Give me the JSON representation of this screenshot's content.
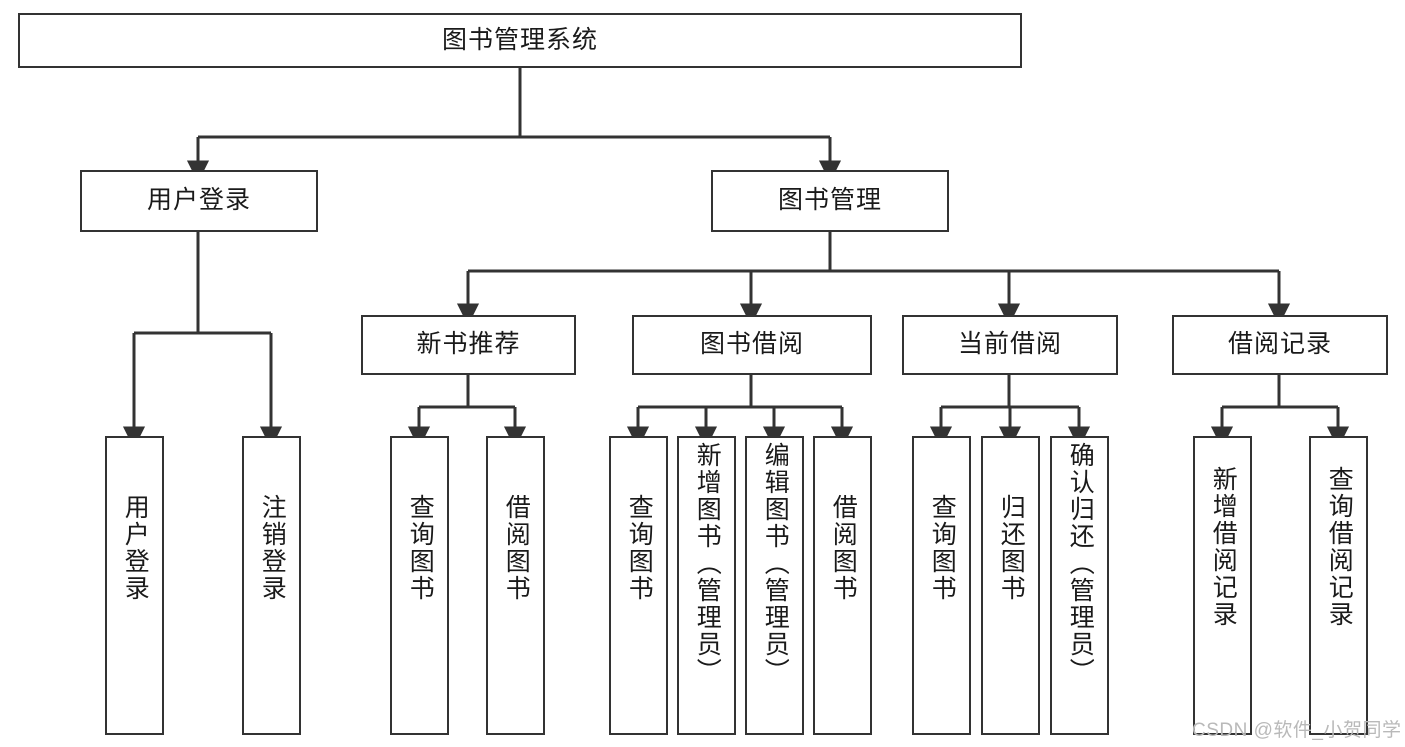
{
  "diagram": {
    "title": "图书管理系统",
    "type": "tree",
    "style": {
      "box_border_color": "#333333",
      "box_fill_color": "#ffffff",
      "line_color": "#333333",
      "text_color": "#1a1a1a",
      "background": "#ffffff"
    },
    "root": {
      "label": "图书管理系统",
      "orientation": "horizontal"
    },
    "level2": [
      {
        "label": "用户登录",
        "orientation": "horizontal"
      },
      {
        "label": "图书管理",
        "orientation": "horizontal"
      }
    ],
    "level3": [
      {
        "label": "新书推荐",
        "orientation": "horizontal"
      },
      {
        "label": "图书借阅",
        "orientation": "horizontal"
      },
      {
        "label": "当前借阅",
        "orientation": "horizontal"
      },
      {
        "label": "借阅记录",
        "orientation": "horizontal"
      }
    ],
    "leaves": {
      "user_login": [
        {
          "label": "用户登录",
          "orientation": "vertical"
        },
        {
          "label": "注销登录",
          "orientation": "vertical"
        }
      ],
      "new_book_recommend": [
        {
          "label": "查询图书",
          "orientation": "vertical"
        },
        {
          "label": "借阅图书",
          "orientation": "vertical"
        }
      ],
      "book_borrow": [
        {
          "label": "查询图书",
          "orientation": "vertical"
        },
        {
          "label": "新增图书（管理员）",
          "orientation": "vertical"
        },
        {
          "label": "编辑图书（管理员）",
          "orientation": "vertical"
        },
        {
          "label": "借阅图书",
          "orientation": "vertical"
        }
      ],
      "current_borrow": [
        {
          "label": "查询图书",
          "orientation": "vertical"
        },
        {
          "label": "归还图书",
          "orientation": "vertical"
        },
        {
          "label": "确认归还（管理员）",
          "orientation": "vertical"
        }
      ],
      "borrow_record": [
        {
          "label": "新增借阅记录",
          "orientation": "vertical"
        },
        {
          "label": "查询借阅记录",
          "orientation": "vertical"
        }
      ]
    },
    "watermark": "CSDN @软件_小贺同学"
  }
}
